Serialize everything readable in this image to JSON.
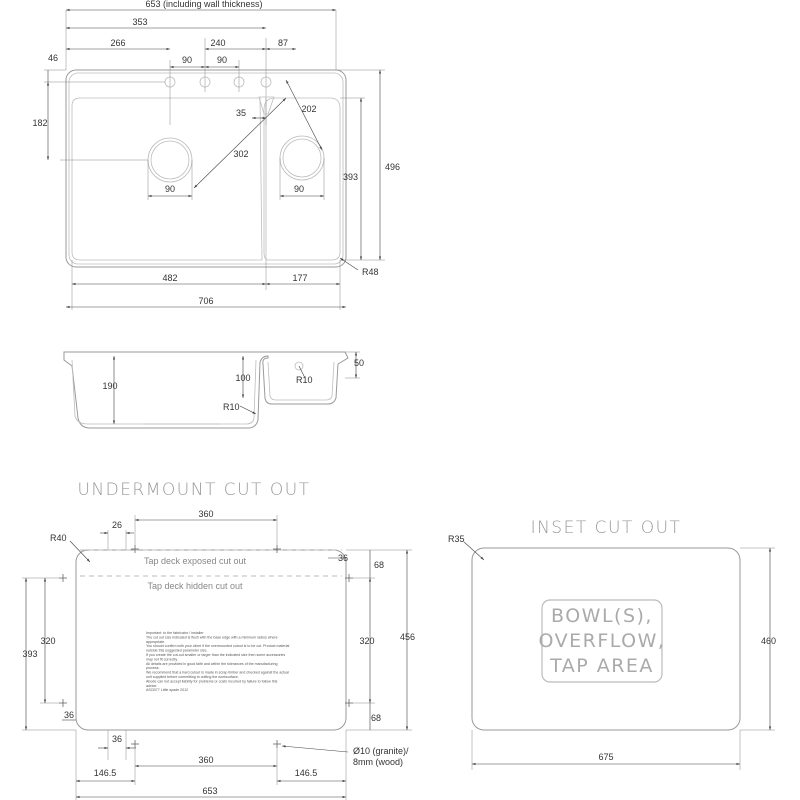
{
  "top_view": {
    "dims": {
      "overall_wall": "653 (including wall thickness)",
      "to_bowl_divider": "353",
      "left_to_tap1": "266",
      "tap_spacing_a": "90",
      "tap_span": "240",
      "tap_spacing_b": "90",
      "small_width": "87",
      "top_to_tap": "46",
      "tap_to_waste": "182",
      "tap_offset": "35",
      "small_diag": "202",
      "diag": "302",
      "waste_left": "90",
      "waste_right": "90",
      "height": "496",
      "small_height": "393",
      "bowl_large": "482",
      "bowl_small": "177",
      "corner_radius": "R48",
      "overall_width": "706"
    }
  },
  "section_view": {
    "dims": {
      "top": "50",
      "depth_large": "190",
      "depth_small": "100",
      "radius_overflow": "R10",
      "radius_bottom": "R10"
    }
  },
  "undermount": {
    "title": "UNDERMOUNT CUT OUT",
    "exposed_label": "Tap deck exposed cut out",
    "hidden_label": "Tap deck hidden cut out",
    "dims": {
      "corner_radius": "R40",
      "left_offset_top": "26",
      "top_span": "360",
      "right_offset": "36",
      "right_step": "68",
      "left_outer": "393",
      "left_inner": "320",
      "right_inner": "320",
      "overall_height": "456",
      "bottom_right_step": "68",
      "bottom_left": "36",
      "bottom_left_lower": "36",
      "bottom_span": "360",
      "hole": "Ø10 (granite)/",
      "hole_wood": "8mm (wood)",
      "left_edge": "146.5",
      "right_edge": "146.5",
      "overall_width": "653"
    },
    "notes": [
      "Important: to the fabricator / installer",
      "The cut out size indicated is flush with the base edge with a minimum radius where",
      "appropriate.",
      "You should confirm with your client if the overmounted cutout is to be cut. Product material",
      "outside this suggested parameter size.",
      "If you create the cut-out smaller or larger than the indicated size then some accessories",
      "may not fit correctly.",
      "All details are provided in good faith and within the tolerances of the manufacturing",
      "process.",
      "We recommend that a hard cutout is made in scrap timber and checked against the actual",
      "unit supplied before committing to cutting the worksurface.",
      "Abode can not accept liability for problems or costs incurred by failure to follow this",
      "advice.",
      "ASCB77 Little spade 2012"
    ]
  },
  "inset": {
    "title": "INSET CUT OUT",
    "stencil_lines": [
      "BOWL(S),",
      "OVERFLOW,",
      "TAP AREA"
    ],
    "dims": {
      "corner_radius": "R35",
      "height": "460",
      "width": "675"
    }
  }
}
